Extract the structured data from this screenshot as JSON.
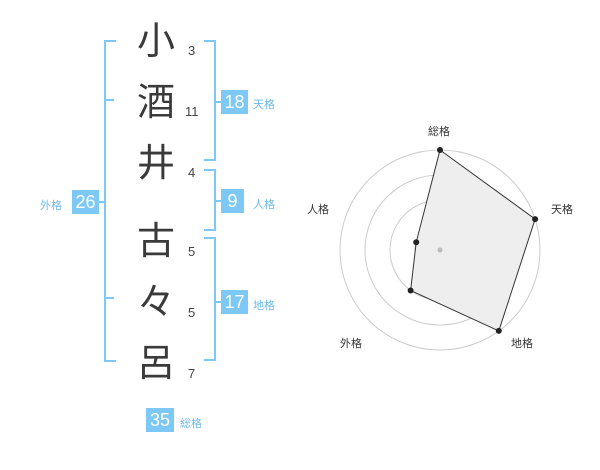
{
  "name": {
    "chars": [
      "小",
      "酒",
      "井",
      "古",
      "々",
      "呂"
    ],
    "strokes": [
      "3",
      "11",
      "4",
      "5",
      "5",
      "7"
    ]
  },
  "kaku": {
    "tenkaku": {
      "label": "天格",
      "value": "18"
    },
    "jinkaku": {
      "label": "人格",
      "value": "9"
    },
    "chikaku": {
      "label": "地格",
      "value": "17"
    },
    "gaikaku": {
      "label": "外格",
      "value": "26"
    },
    "soukaku": {
      "label": "総格",
      "value": "35"
    }
  },
  "radar": {
    "axes": [
      "総格",
      "天格",
      "地格",
      "外格",
      "人格"
    ],
    "levels": 4,
    "values": [
      4,
      4,
      4,
      2,
      1
    ],
    "colors": {
      "ring": "#cccccc",
      "fill": "#eeeeee",
      "line": "#333333",
      "point": "#222222",
      "center": "#bbbbbb"
    }
  }
}
